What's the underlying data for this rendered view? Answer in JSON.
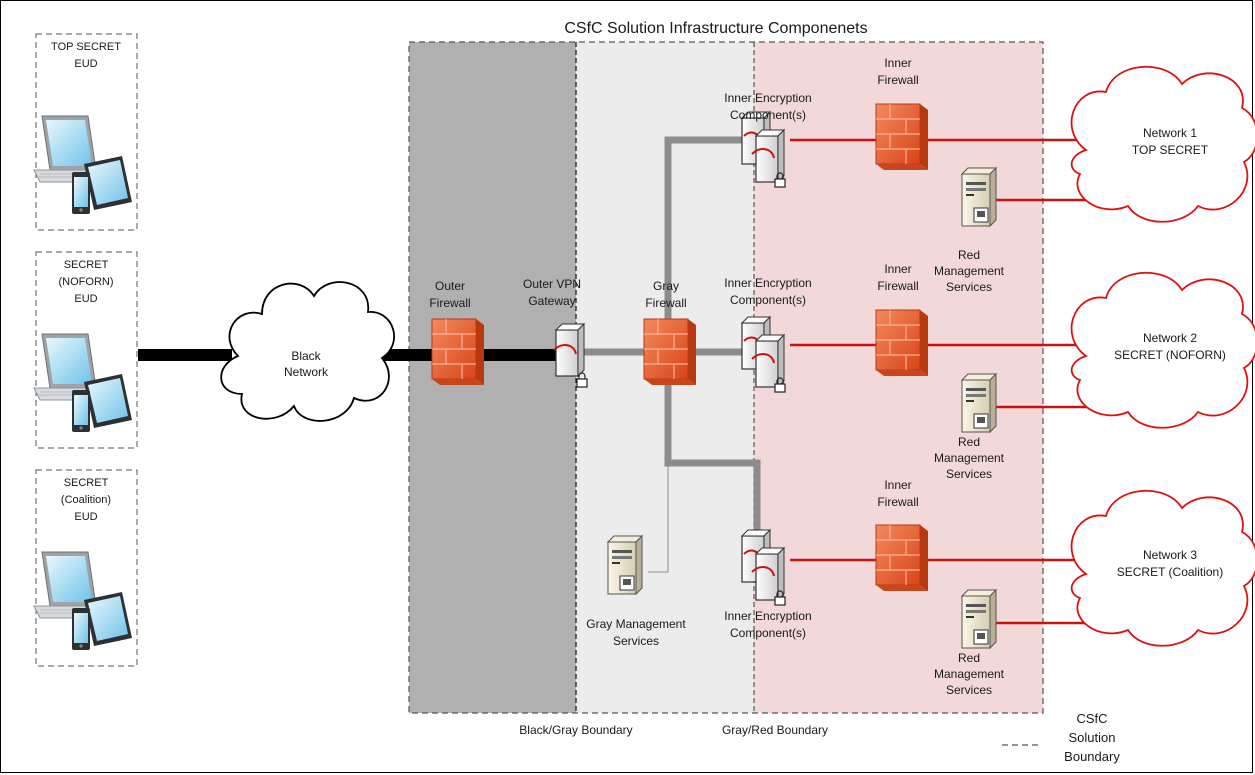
{
  "title": "CSfC Solution Infrastructure Componenets",
  "euds": [
    {
      "lines": [
        "TOP SECRET",
        "EUD"
      ]
    },
    {
      "lines": [
        "SECRET",
        "(NOFORN)",
        "EUD"
      ]
    },
    {
      "lines": [
        "SECRET",
        "(Coalition)",
        "EUD"
      ]
    }
  ],
  "black_network": {
    "lines": [
      "Black",
      "Network"
    ]
  },
  "outer_firewall": {
    "lines": [
      "Outer",
      "Firewall"
    ]
  },
  "outer_vpn_gateway": {
    "lines": [
      "Outer VPN",
      "Gateway"
    ]
  },
  "gray_firewall": {
    "lines": [
      "Gray",
      "Firewall"
    ]
  },
  "gray_management": {
    "lines": [
      "Gray Management",
      "Services"
    ]
  },
  "inner_encryption": [
    {
      "lines": [
        "Inner Encryption",
        "Component(s)"
      ]
    },
    {
      "lines": [
        "Inner Encryption",
        "Component(s)"
      ]
    },
    {
      "lines": [
        "Inner Encryption",
        "Component(s)"
      ]
    }
  ],
  "inner_firewall": [
    {
      "lines": [
        "Inner",
        "Firewall"
      ]
    },
    {
      "lines": [
        "Inner",
        "Firewall"
      ]
    },
    {
      "lines": [
        "Inner",
        "Firewall"
      ]
    }
  ],
  "red_management": [
    {
      "lines": [
        "Red",
        "Management",
        "Services"
      ]
    },
    {
      "lines": [
        "Red",
        "Management",
        "Services"
      ]
    },
    {
      "lines": [
        "Red",
        "Management",
        "Services"
      ]
    }
  ],
  "networks": [
    {
      "lines": [
        "Network 1",
        "TOP SECRET"
      ]
    },
    {
      "lines": [
        "Network 2",
        "SECRET (NOFORN)"
      ]
    },
    {
      "lines": [
        "Network 3",
        "SECRET (Coalition)"
      ]
    }
  ],
  "boundaries": {
    "black_gray": "Black/Gray Boundary",
    "gray_red": "Gray/Red Boundary"
  },
  "legend": {
    "lines": [
      "CSfC",
      "Solution",
      "Boundary"
    ]
  },
  "colors": {
    "black_zone": "#b0b0b0",
    "gray_zone": "#ececec",
    "red_zone": "#f2d8d8",
    "red_link": "#cc1111",
    "gray_link": "#8c8c8c",
    "black_link": "#000000",
    "firewall": "#e8562a"
  }
}
